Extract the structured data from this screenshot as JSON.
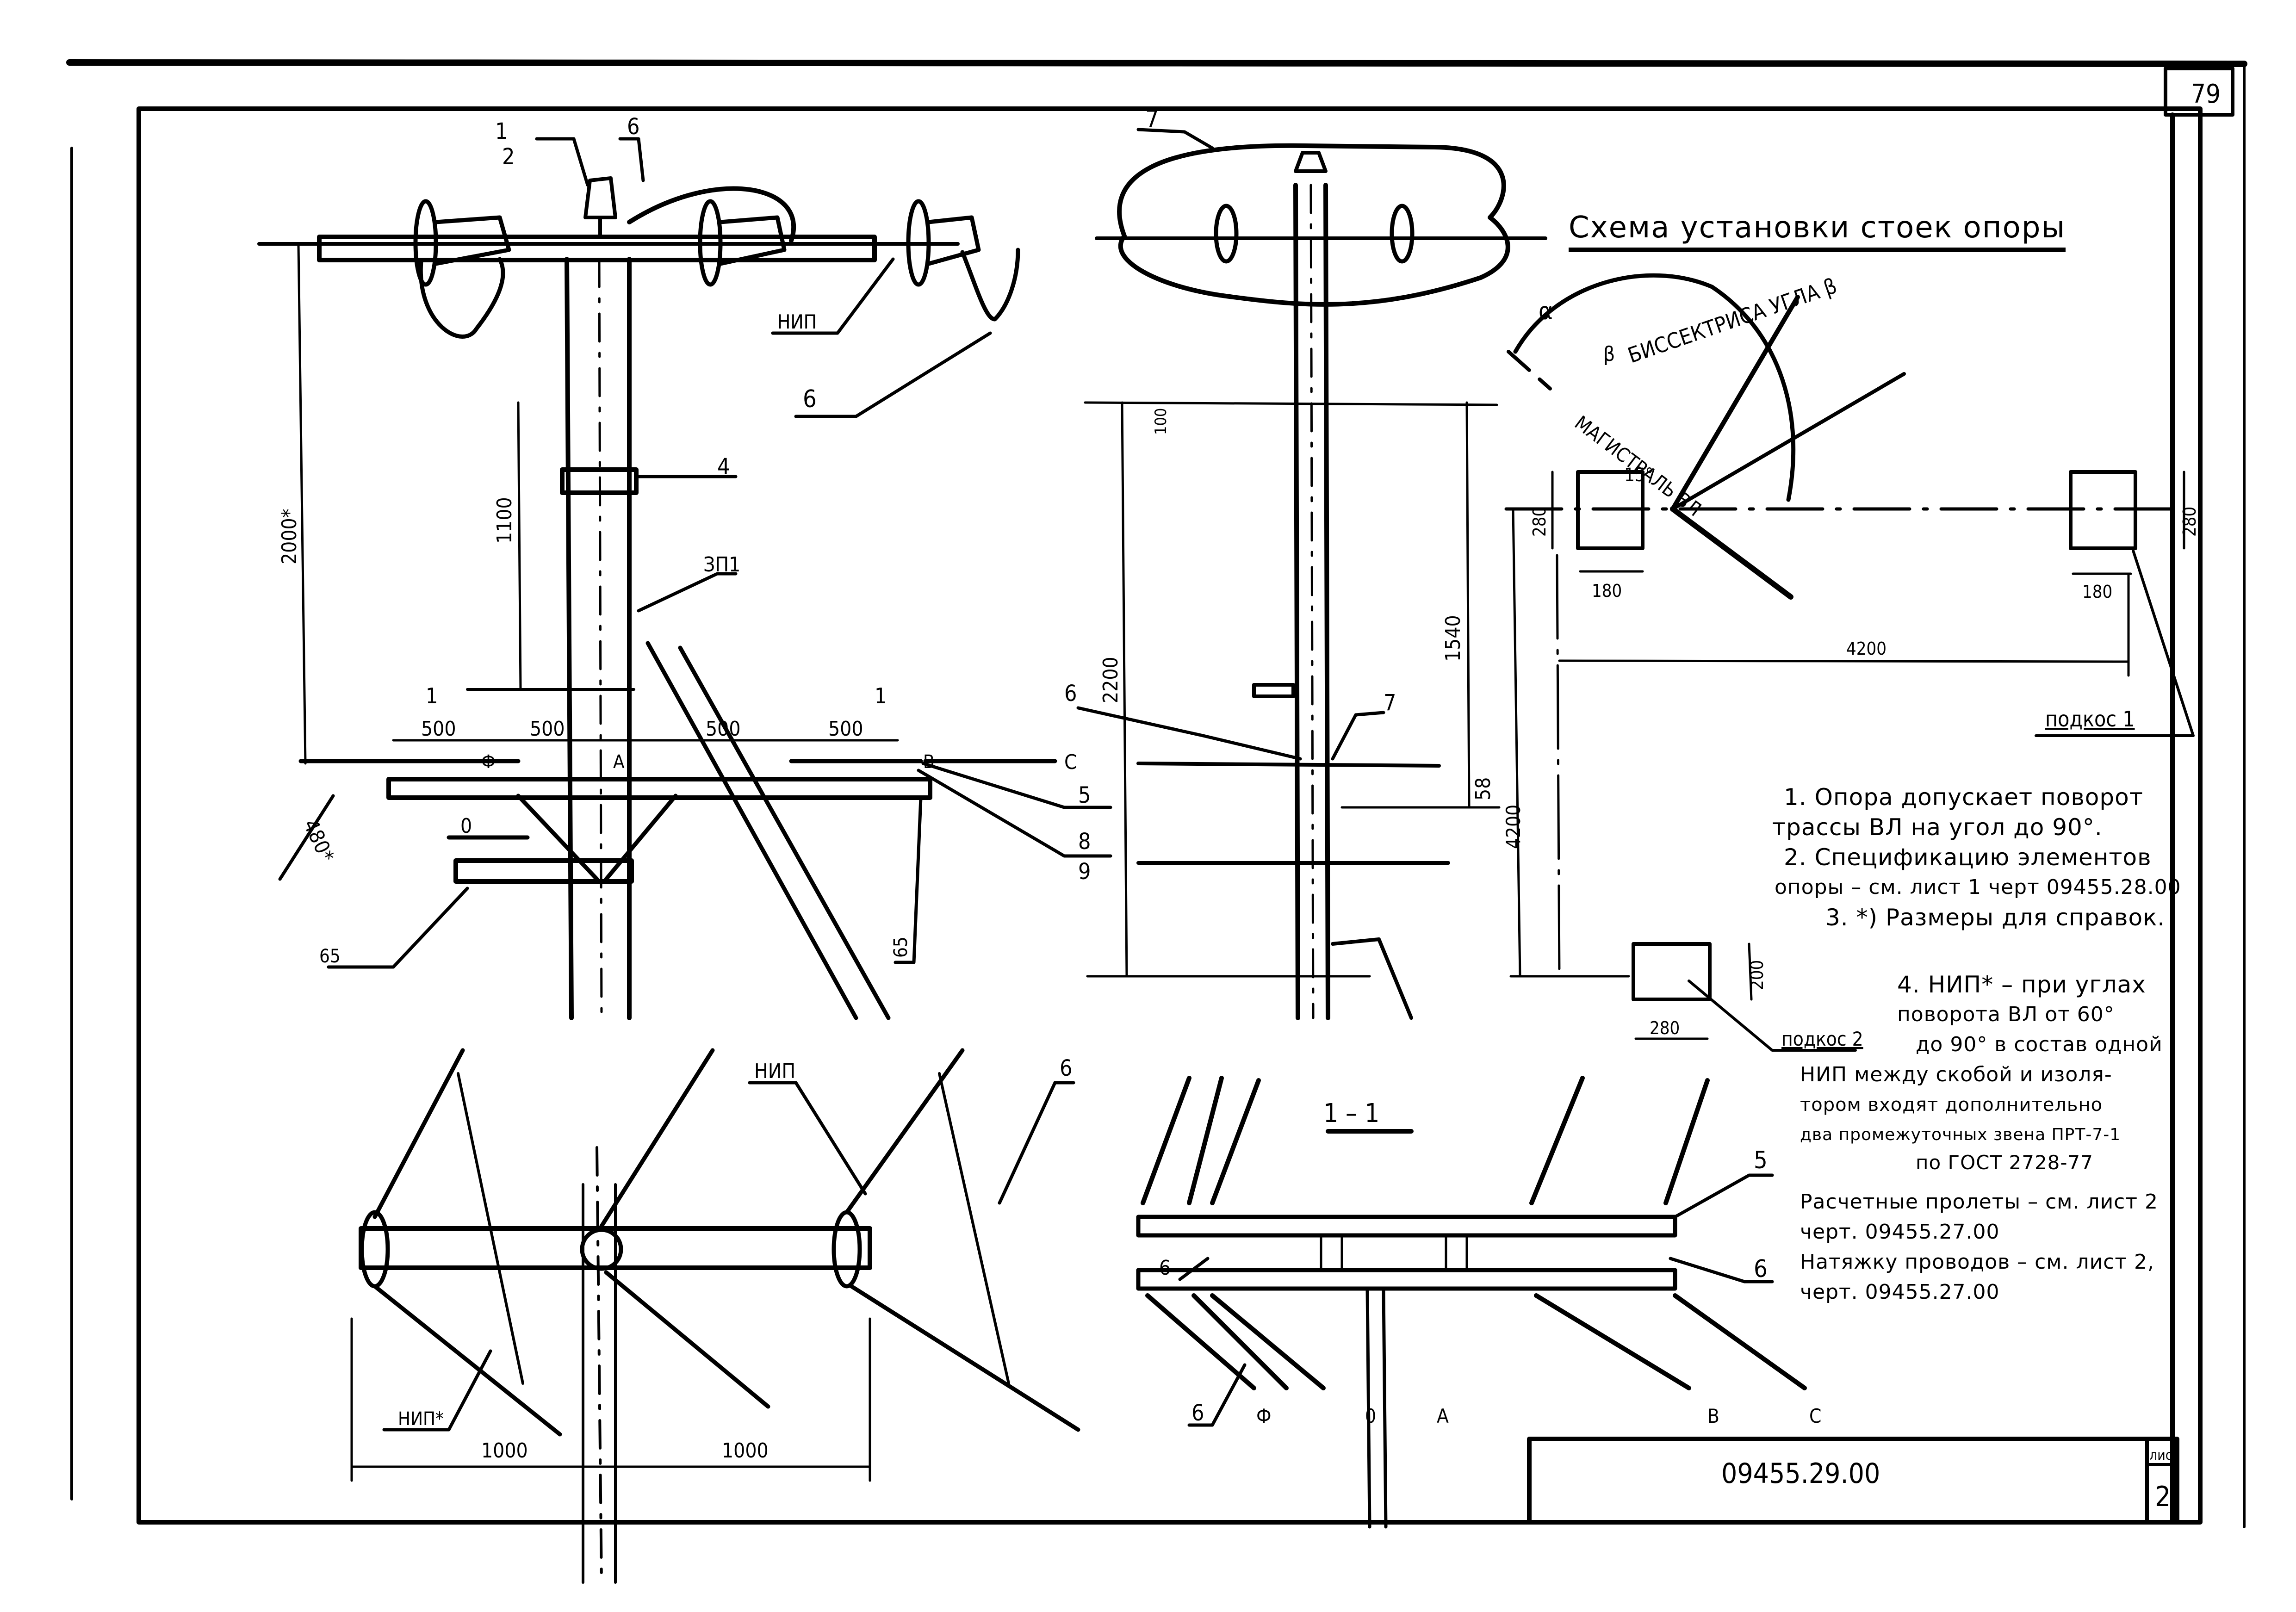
{
  "page": {
    "page_number": "79",
    "drawing_number": "09455.29.00",
    "sheet_label": "лист",
    "sheet_number": "2"
  },
  "scheme": {
    "title": "Схема установки стоек опоры",
    "bisector_label": "БИССЕКТРИСА УГЛА β",
    "mainline_label": "МАГИСТРАЛЬ ВЛ",
    "angle_alpha": "α",
    "angle_beta": "β",
    "angle_15": "15°",
    "dim_280_left": "280",
    "dim_180_left": "180",
    "dim_280_right": "280",
    "dim_180_right": "180",
    "dim_4200_h": "4200",
    "dim_4200_v": "4200",
    "dim_200": "200",
    "dim_280_bottom": "280",
    "brace1": "подкос 1",
    "brace2": "подкос 2"
  },
  "notes": {
    "n1_line1": "1. Опора допускает поворот",
    "n1_line2": "трассы ВЛ на угол до 90°.",
    "n2_line1": "2. Спецификацию элементов",
    "n2_line2": "опоры – см. лист 1 черт 09455.28.00",
    "n3": "3. *) Размеры для справок.",
    "n4_line1": "4. НИП* – при углах",
    "n4_line2": "поворота ВЛ от 60°",
    "n4_line3": "до 90° в состав одной",
    "n4_line4": "НИП между скобой и изоля-",
    "n4_line5": "тором входят дополнительно",
    "n4_line6": "два промежуточных звена ПРТ-7-1",
    "n4_line7": "по ГОСТ 2728-77",
    "n5_line1": "Расчетные пролеты – см. лист 2",
    "n5_line2": "черт. 09455.27.00",
    "n6_line1": "Натяжку проводов – см. лист 2,",
    "n6_line2": "черт. 09455.27.00"
  },
  "front_view": {
    "callout_1": "1",
    "callout_2": "2",
    "callout_6a": "6",
    "callout_6b": "6",
    "callout_4": "4",
    "callout_3p1": "ЗП1",
    "callout_nip": "НИП",
    "callout_5": "5",
    "callout_8": "8",
    "callout_9": "9",
    "callout_65a": "65",
    "callout_65b": "65",
    "dim_2000": "2000*",
    "dim_1100": "1100",
    "dim_500_1": "500",
    "dim_500_2": "500",
    "dim_500_3": "500",
    "dim_500_4": "500",
    "dim_480": "480*",
    "phase_F": "Ф",
    "phase_A": "А",
    "phase_B": "В",
    "phase_C": "С",
    "phase_O": "0",
    "section_mark": "1"
  },
  "side_view": {
    "callout_7a": "7",
    "callout_7b": "7",
    "callout_6": "6",
    "dim_100": "100",
    "dim_2200": "2200",
    "dim_1540": "1540",
    "dim_58": "58",
    "section_title": "1 – 1"
  },
  "plan_view": {
    "callout_nip": "НИП",
    "callout_nip_star": "НИП*",
    "callout_6": "6",
    "dim_1000_a": "1000",
    "dim_1000_b": "1000"
  },
  "section_view": {
    "callout_5": "5",
    "callout_6a": "6",
    "callout_6b": "6",
    "callout_6c": "6",
    "phase_F": "Ф",
    "phase_O": "0",
    "phase_A": "А",
    "phase_B": "В",
    "phase_C": "С"
  }
}
